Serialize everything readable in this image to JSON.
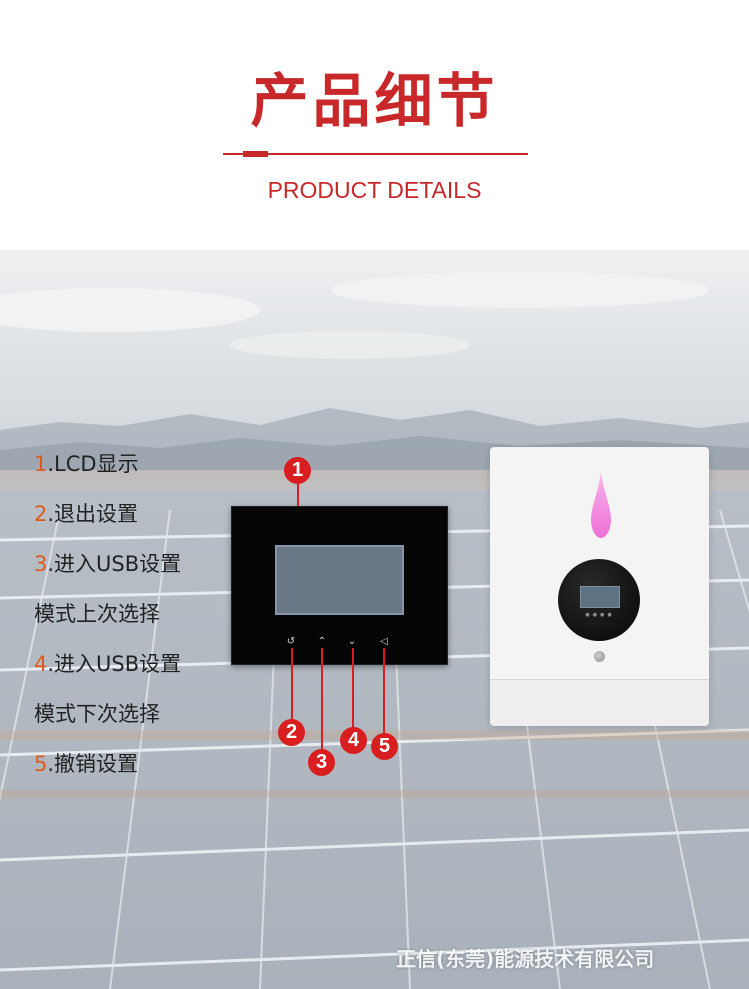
{
  "header": {
    "title": "产品细节",
    "subtitle": "PRODUCT DETAILS"
  },
  "features": [
    {
      "num": "1",
      "text": ".LCD显示"
    },
    {
      "num": "2",
      "text": ".退出设置"
    },
    {
      "num": "3",
      "text": ".进入USB设置"
    },
    {
      "num": "",
      "text": "模式上次选择"
    },
    {
      "num": "4",
      "text": ".进入USB设置"
    },
    {
      "num": "",
      "text": "模式下次选择"
    },
    {
      "num": "5",
      "text": ".撤销设置"
    }
  ],
  "callouts": [
    "1",
    "2",
    "3",
    "4",
    "5"
  ],
  "panel_icons": [
    "back-arrow-icon",
    "up-arrow-icon",
    "down-arrow-icon",
    "cancel-icon"
  ],
  "watermark": "正信(东莞)能源技术有限公司",
  "colors": {
    "brand_red": "#c8282a",
    "number_orange": "#e05a1c",
    "marker_red": "#d81e1e",
    "flame_pink": "#f07ad8"
  }
}
